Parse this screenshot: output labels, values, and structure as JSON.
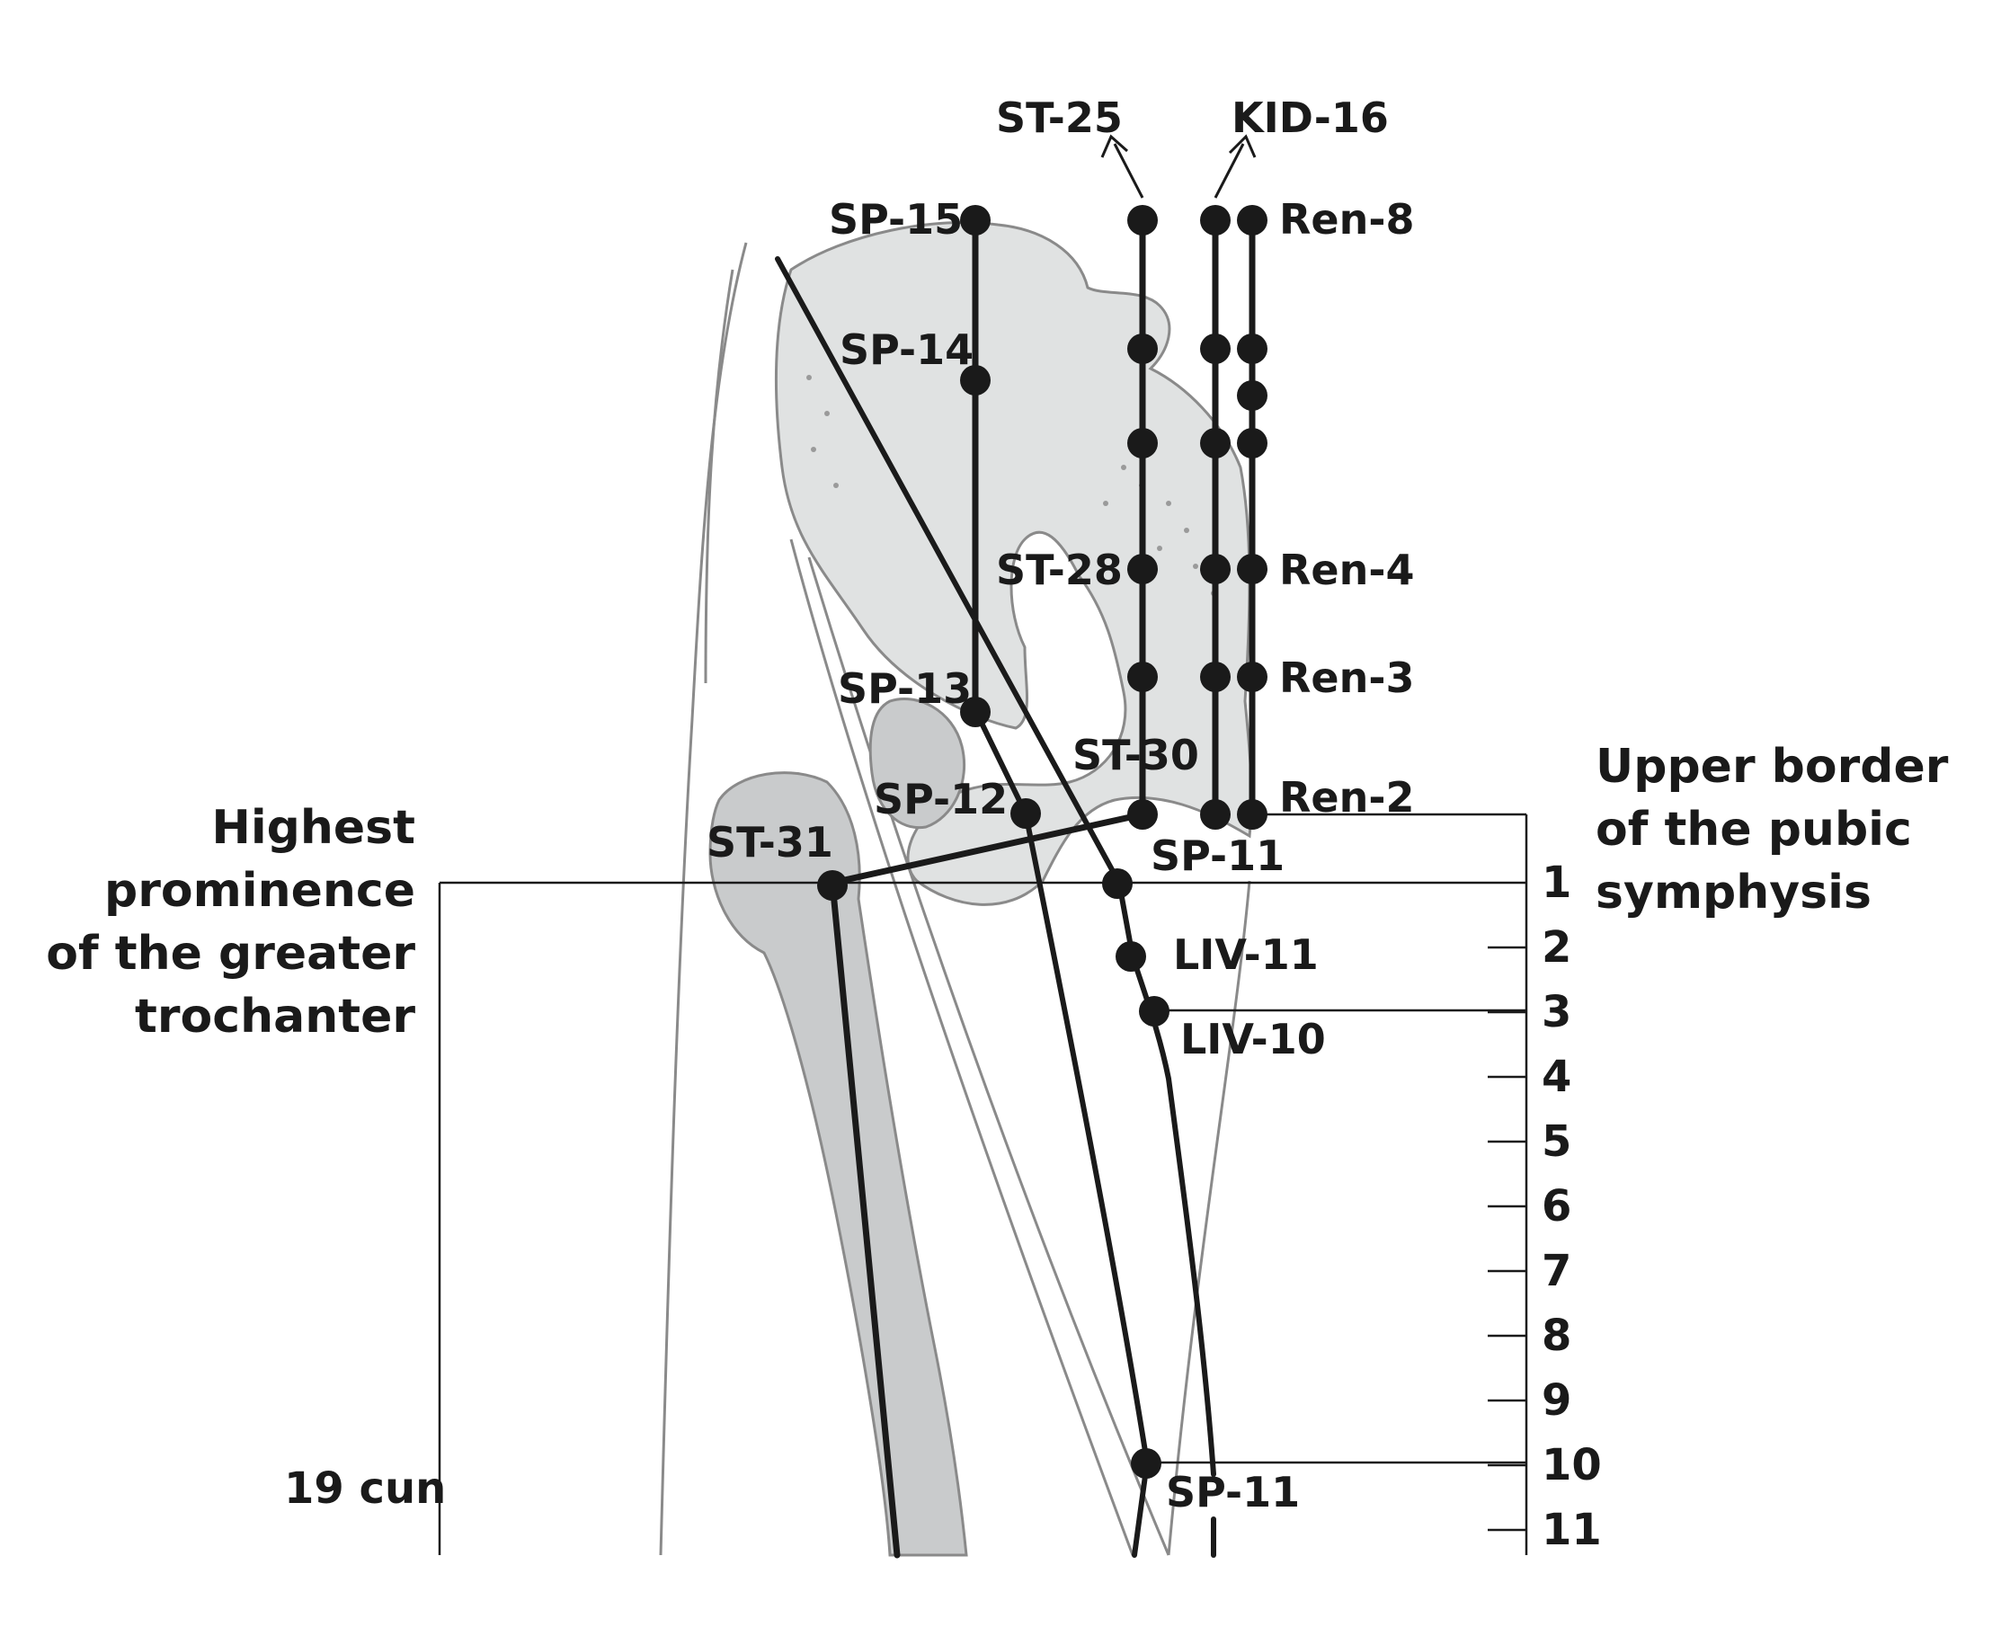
{
  "points": {
    "st25": "ST-25",
    "kid16": "KID-16",
    "sp15": "SP-15",
    "ren8": "Ren-8",
    "sp14": "SP-14",
    "st28": "ST-28",
    "ren4": "Ren-4",
    "ren3": "Ren-3",
    "sp13": "SP-13",
    "st30": "ST-30",
    "sp12": "SP-12",
    "ren2": "Ren-2",
    "st31": "ST-31",
    "sp11_upper": "SP-11",
    "liv11": "LIV-11",
    "liv10": "LIV-10",
    "sp11_lower": "SP-11"
  },
  "left_caption": [
    "Highest",
    "prominence",
    "of the greater",
    "trochanter"
  ],
  "right_caption": [
    "Upper border",
    "of the pubic",
    "symphysis"
  ],
  "cun_label": "19 cun",
  "scale": [
    "1",
    "2",
    "3",
    "4",
    "5",
    "6",
    "7",
    "8",
    "9",
    "10",
    "11"
  ],
  "colors": {
    "ink": "#1a1a1a",
    "bone_light": "#e0e2e2",
    "bone_dark": "#c9cbcc",
    "outline": "#8a8a8a"
  }
}
